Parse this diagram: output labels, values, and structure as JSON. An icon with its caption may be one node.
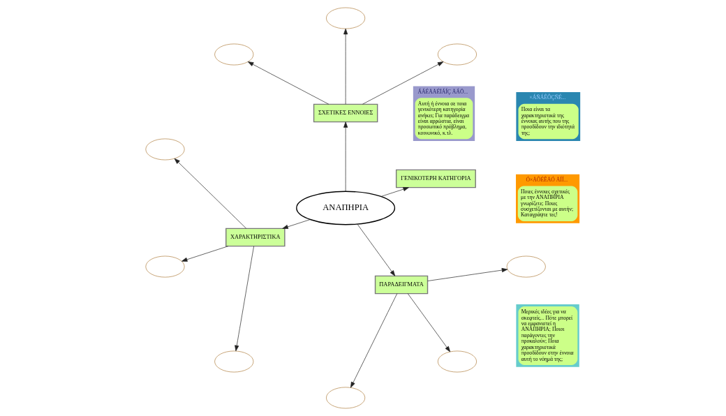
{
  "diagram": {
    "nodes": [
      {
        "text": [
          "ΑΝΑΠΗΡΙΑ"
        ]
      },
      {
        "text": [
          "ΓΕΝΙΚΟΤΕΡΗ ΚΑΤΗΓΟΡΙΑ"
        ]
      },
      {
        "text": [
          "ΣΧΕΤΙΚΕΣ ΕΝΝΟΙΕΣ"
        ]
      },
      {
        "text": [
          "ΧΑΡΑΚΤΗΡΙΣΤΙΚΑ"
        ]
      },
      {
        "text": [
          "ΠΑΡΑΔΕΙΓΜΑΤΑ"
        ]
      },
      {
        "text": [],
        "shape": "ellipse"
      },
      {
        "text": [],
        "shape": "ellipse"
      },
      {
        "text": [],
        "shape": "ellipse"
      },
      {
        "text": [],
        "shape": "ellipse"
      },
      {
        "text": [],
        "shape": "ellipse"
      },
      {
        "text": [],
        "shape": "ellipse"
      },
      {
        "text": [],
        "shape": "ellipse"
      },
      {
        "text": [],
        "shape": "ellipse"
      },
      {
        "text": [],
        "shape": "ellipse"
      },
      {
        "text": [
          "ÁÁÉÅÅÉÏÁÍÇ ÅÁÕ...",
          "Αυτή ή έννοια σε ποια γενικότερη κατηγορία ανήκει; Για παράδειγμα είναι αρρώστια, είναι προσωπικό πρόβλημα, κοινωνικό, κ.τλ."
        ]
      },
      {
        "text": [
          "Ó×ÅÔÉÊÅÓ ÅÍÍ...",
          "Ποιες έννοιες σχετικές με την ΑΝΑΠΗΡΙΑ γνωρίζετε; Ποιες συσχετίζονται με αυτήν; Καταγράψτε τες!"
        ]
      },
      {
        "text": [
          "×ÁÑÁÊÔÇÑÉ...",
          "Ποια είναι τα χαρακτηριστικά της έννοιας αυτής που της προσδίδουν την ιδιότητά της;"
        ]
      },
      {
        "text": [
          "Μερικές ιδέες για να σκεφτείς... Πότε μπορεί να εμφανιστεί η ΑΝΑΠΗΡΙΑ; Ποιοι παράγοντες την προκαλούν; Ποια χαρακτηριστικά προσδίδουν στην έννοια αυτή το νόημά της;"
        ]
      }
    ],
    "edges": [
      {
        "from": 0,
        "to": 1,
        "arrow": "to"
      },
      {
        "from": 0,
        "to": 2,
        "arrow": "to"
      },
      {
        "from": 0,
        "to": 3,
        "arrow": "to"
      },
      {
        "from": 0,
        "to": 4,
        "arrow": "to"
      },
      {
        "from": 2,
        "to": 5,
        "arrow": "to"
      },
      {
        "from": 2,
        "to": 6,
        "arrow": "to"
      },
      {
        "from": 2,
        "to": 7,
        "arrow": "to"
      },
      {
        "from": 3,
        "to": 8,
        "arrow": "to"
      },
      {
        "from": 3,
        "to": 9,
        "arrow": "to"
      },
      {
        "from": 3,
        "to": 10,
        "arrow": "to"
      },
      {
        "from": 4,
        "to": 11,
        "arrow": "to"
      },
      {
        "from": 4,
        "to": 12,
        "arrow": "to"
      },
      {
        "from": 4,
        "to": 13,
        "arrow": "to"
      }
    ]
  }
}
